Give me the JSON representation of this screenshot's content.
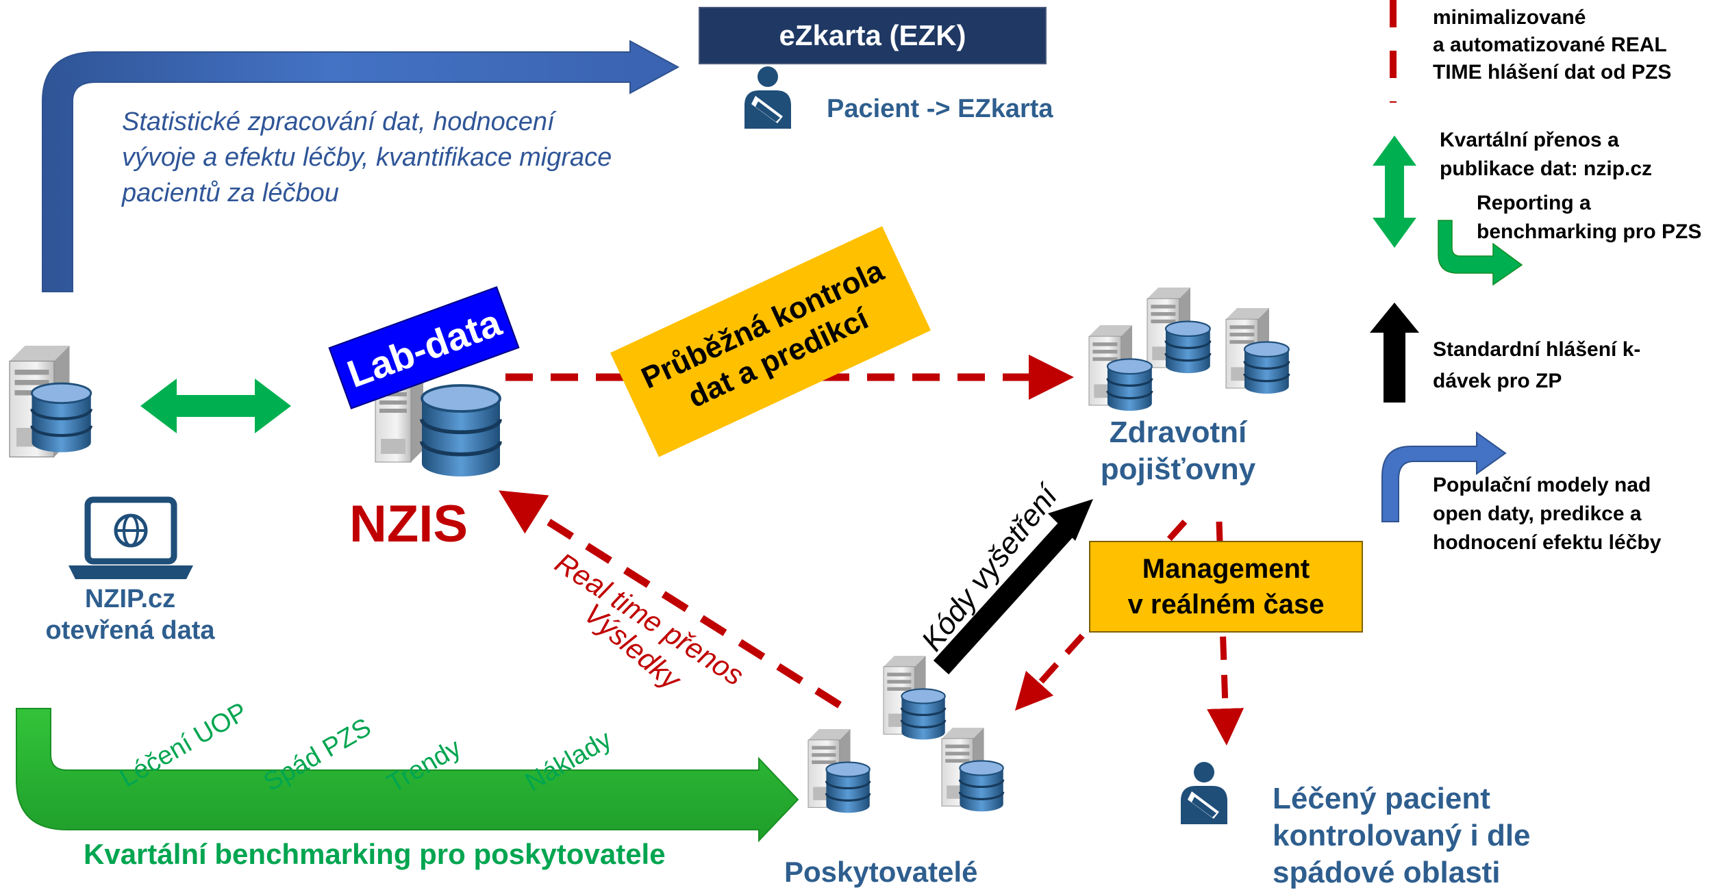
{
  "ezk": {
    "title": "eZkarta (EZK)",
    "patient_label": "Pacient -> EZkarta"
  },
  "stats_text": {
    "line1": "Statistické zpracování dat, hodnocení",
    "line2": "vývoje a efektu léčby, kvantifikace migrace",
    "line3": "pacientů za léčbou"
  },
  "nzip": {
    "line1": "NZIP.cz",
    "line2": "otevřená data"
  },
  "lab_data": "Lab-data",
  "nzis": "NZIS",
  "control_box": {
    "line1": "Průběžná kontrola",
    "line2": "dat a predikcí"
  },
  "insurers": {
    "line1": "Zdravotní",
    "line2": "pojišťovny"
  },
  "real_time": "Real time přenos",
  "results": "Výsledky",
  "exam_codes": "Kódy vyšetření",
  "management_box": {
    "line1": "Management",
    "line2": "v reálném čase"
  },
  "providers": "Poskytovatelé",
  "treated_patient": {
    "line1": "Léčený pacient",
    "line2": "kontrolovaný i dle",
    "line3": "spádové oblasti"
  },
  "green_topics": [
    "Léčení UOP",
    "Spád PZS",
    "Trendy",
    "Náklady"
  ],
  "benchmark_label": "Kvartální benchmarking pro poskytovatele",
  "legend": {
    "red_dashed": {
      "line1": "minimalizované",
      "line2": "a automatizované REAL",
      "line3": "TIME hlášení dat od PZS"
    },
    "green_double": {
      "line1": "Kvartální přenos a",
      "line2": "publikace dat: nzip.cz"
    },
    "green_bent": {
      "line1": "Reporting a",
      "line2": "benchmarking pro PZS"
    },
    "black_up": {
      "line1": "Standardní hlášení k-",
      "line2": "dávek pro ZP"
    },
    "blue_bent": {
      "line1": "Populační modely nad",
      "line2": "open daty, predikce a",
      "line3": "hodnocení efektu léčby"
    }
  },
  "colors": {
    "blue_arrow": "#4472C4",
    "green_arrow": "#00B050",
    "dark_red": "#C00000",
    "navy": "#1F3864",
    "title_blue": "#2E5E8E",
    "yellow_box": "#FFC000",
    "lab_blue": "#0000FF",
    "green_text": "#00A550"
  }
}
